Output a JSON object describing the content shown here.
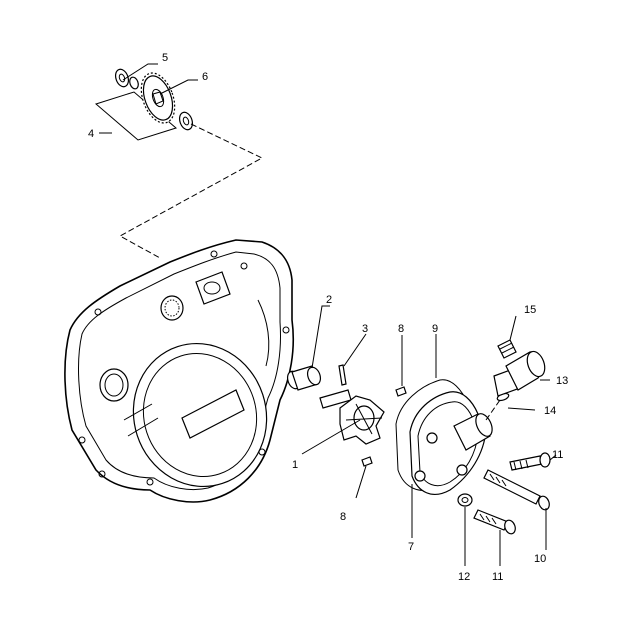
{
  "callouts": [
    {
      "id": "c1",
      "text": "1"
    },
    {
      "id": "c2",
      "text": "2"
    },
    {
      "id": "c3",
      "text": "3"
    },
    {
      "id": "c4",
      "text": "4"
    },
    {
      "id": "c5",
      "text": "5"
    },
    {
      "id": "c6",
      "text": "6"
    },
    {
      "id": "c7",
      "text": "7"
    },
    {
      "id": "c8a",
      "text": "8"
    },
    {
      "id": "c8b",
      "text": "8"
    },
    {
      "id": "c9",
      "text": "9"
    },
    {
      "id": "c10",
      "text": "10"
    },
    {
      "id": "c11a",
      "text": "11"
    },
    {
      "id": "c11b",
      "text": "11"
    },
    {
      "id": "c12",
      "text": "12"
    },
    {
      "id": "c13",
      "text": "13"
    },
    {
      "id": "c14",
      "text": "14"
    },
    {
      "id": "c15",
      "text": "15"
    }
  ]
}
